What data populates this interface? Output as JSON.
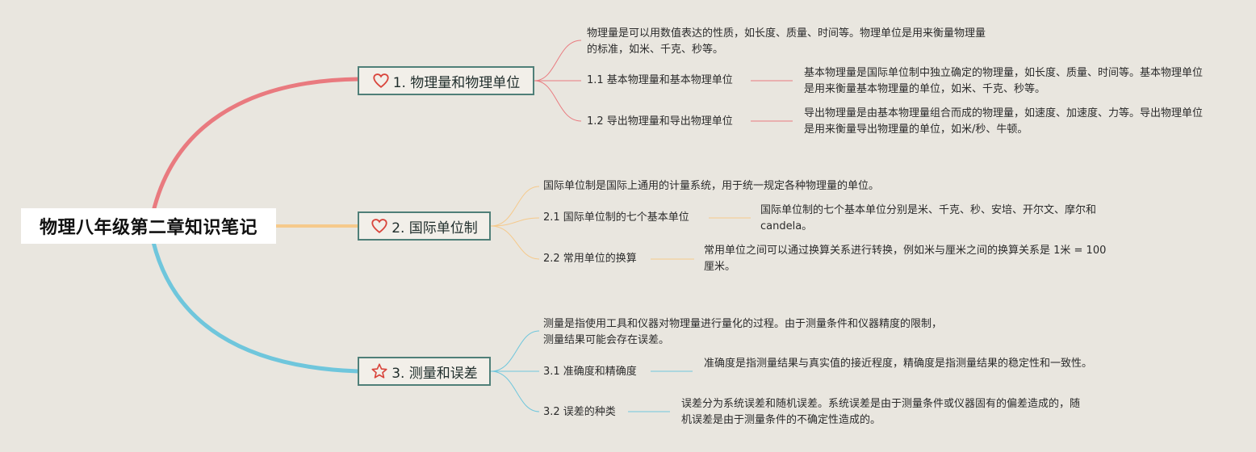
{
  "root": {
    "title": "物理八年级第二章知识笔记"
  },
  "colors": {
    "branch1": "#e97a7f",
    "branch2": "#f5c98b",
    "branch3": "#6fc6dc",
    "border": "#4f7f78",
    "icon": "#d9453c"
  },
  "branches": [
    {
      "icon": "heart-icon",
      "label": "1. 物理量和物理单位",
      "desc": "物理量是可以用数值表达的性质，如长度、质量、时间等。物理单位是用来衡量物理量的标准，如米、千克、秒等。",
      "subs": [
        {
          "label": "1.1 基本物理量和基本物理单位",
          "text": "基本物理量是国际单位制中独立确定的物理量，如长度、质量、时间等。基本物理单位是用来衡量基本物理量的单位，如米、千克、秒等。"
        },
        {
          "label": "1.2 导出物理量和导出物理单位",
          "text": "导出物理量是由基本物理量组合而成的物理量，如速度、加速度、力等。导出物理单位是用来衡量导出物理量的单位，如米/秒、牛顿。"
        }
      ]
    },
    {
      "icon": "heart-icon",
      "label": "2. 国际单位制",
      "desc": "国际单位制是国际上通用的计量系统，用于统一规定各种物理量的单位。",
      "subs": [
        {
          "label": "2.1 国际单位制的七个基本单位",
          "text": "国际单位制的七个基本单位分别是米、千克、秒、安培、开尔文、摩尔和candela。"
        },
        {
          "label": "2.2 常用单位的换算",
          "text": "常用单位之间可以通过换算关系进行转换，例如米与厘米之间的换算关系是 1米 = 100厘米。"
        }
      ]
    },
    {
      "icon": "star-icon",
      "label": "3. 测量和误差",
      "desc": "测量是指使用工具和仪器对物理量进行量化的过程。由于测量条件和仪器精度的限制，测量结果可能会存在误差。",
      "subs": [
        {
          "label": "3.1 准确度和精确度",
          "text": "准确度是指测量结果与真实值的接近程度，精确度是指测量结果的稳定性和一致性。"
        },
        {
          "label": "3.2 误差的种类",
          "text": "误差分为系统误差和随机误差。系统误差是由于测量条件或仪器固有的偏差造成的，随机误差是由于测量条件的不确定性造成的。"
        }
      ]
    }
  ]
}
